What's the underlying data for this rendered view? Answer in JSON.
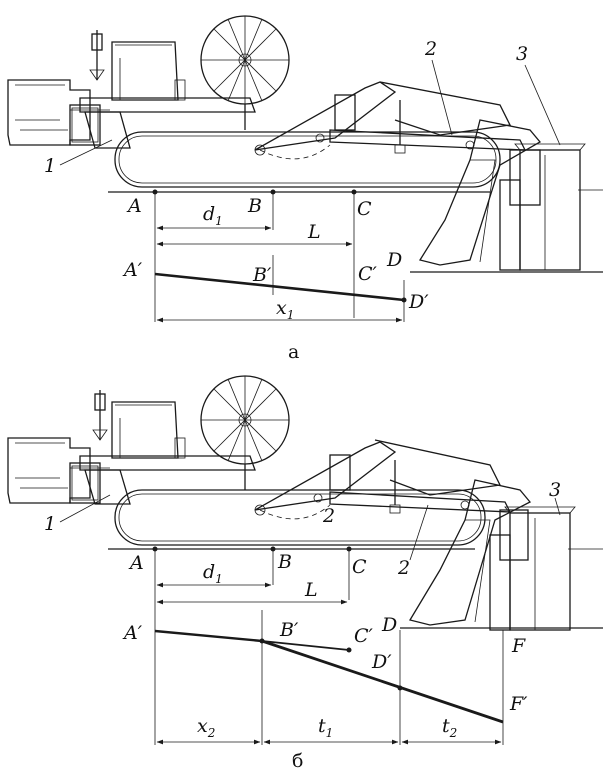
{
  "panel_a": {
    "caption": "а",
    "labels": {
      "n1": "1",
      "n2": "2",
      "n3": "3",
      "A": "A",
      "B": "B",
      "C": "C",
      "D": "D",
      "Ap": "A′",
      "Bp": "B′",
      "Cp": "C′",
      "Dp": "D′",
      "d": "d",
      "d_sub": "1",
      "L": "L",
      "x": "x",
      "x_sub": "1"
    }
  },
  "panel_b": {
    "caption": "б",
    "labels": {
      "n1": "1",
      "n2": "2",
      "n2b": "2",
      "n3": "3",
      "A": "A",
      "B": "B",
      "C": "C",
      "D": "D",
      "F": "F",
      "Ap": "A′",
      "Bp": "B′",
      "Cp": "C′",
      "Dp": "D′",
      "Fp": "F′",
      "d": "d",
      "d_sub": "1",
      "L": "L",
      "x": "x",
      "x_sub": "2",
      "t1": "t",
      "t1_sub": "1",
      "t2": "t",
      "t2_sub": "2"
    }
  },
  "colors": {
    "ink": "#1a1a1a",
    "background": "#ffffff"
  }
}
